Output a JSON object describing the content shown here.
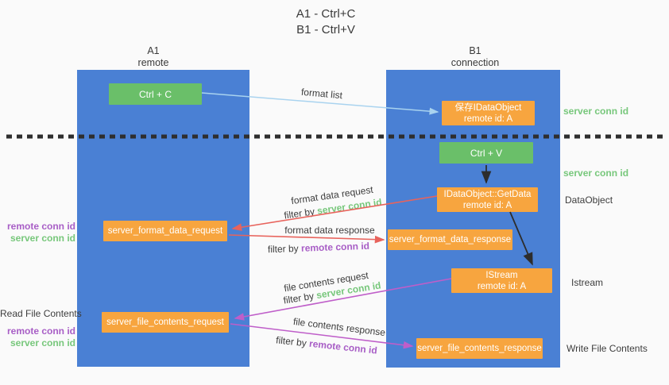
{
  "title": {
    "line1": "A1 - Ctrl+C",
    "line2": "B1 - Ctrl+V"
  },
  "columns": {
    "a1": {
      "name": "A1",
      "subtitle": "remote"
    },
    "b1": {
      "name": "B1",
      "subtitle": "connection"
    }
  },
  "nodes": {
    "ctrl_c": "Ctrl + C",
    "ctrl_v": "Ctrl + V",
    "save_idataobject": {
      "line1": "保存IDataObject",
      "line2": "remote id: A"
    },
    "getdata": {
      "line1": "IDataObject::GetData",
      "line2": "remote id: A"
    },
    "istream": {
      "line1": "IStream",
      "line2": "remote id: A"
    },
    "server_format_data_request": "server_format_data_request",
    "server_format_data_response": "server_format_data_response",
    "server_file_contents_request": "server_file_contents_request",
    "server_file_contents_response": "server_file_contents_response"
  },
  "annotations": {
    "format_list": "format list",
    "format_data_request": "format data request",
    "format_data_response": "format data response",
    "file_contents_request": "file contents request",
    "file_contents_response": "file contents response",
    "filter_by": "filter by",
    "server_conn_id": "server conn id",
    "remote_conn_id": "remote conn id"
  },
  "side_labels": {
    "left": {
      "remote_conn_id": "remote conn id",
      "server_conn_id": "server conn id",
      "read_file_contents": "Read File Contents"
    },
    "right": {
      "server_conn_id": "server conn id",
      "data_object": "DataObject",
      "istream": "Istream",
      "write_file_contents": "Write File Contents"
    }
  },
  "colors": {
    "background": "#fafafa",
    "column_blue": "#4a80d4",
    "node_green": "#6abf69",
    "node_orange": "#f7a53f",
    "arrow_red": "#e8635c",
    "arrow_magenta": "#bf5ec9",
    "arrow_light_blue": "#a9d3ef",
    "arrow_black": "#2d2d2d",
    "label_green": "#77c77b",
    "label_purple": "#a85ec6",
    "text_dark": "#3d3d3d"
  }
}
